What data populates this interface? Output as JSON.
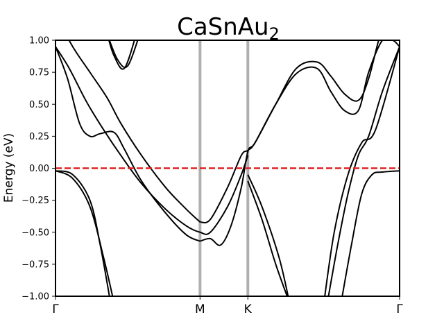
{
  "chart_data": {
    "type": "line",
    "title": "CaSnAu",
    "title_subscript": "2",
    "ylabel": "Energy (eV)",
    "xlabel": "",
    "ylim": [
      -1.0,
      1.0
    ],
    "xlim": [
      0,
      1
    ],
    "yticks": [
      -1.0,
      -0.75,
      -0.5,
      -0.25,
      0.0,
      0.25,
      0.5,
      0.75,
      1.0
    ],
    "ytick_labels": [
      "−1.00",
      "−0.75",
      "−0.50",
      "−0.25",
      "0.00",
      "0.25",
      "0.50",
      "0.75",
      "1.00"
    ],
    "high_symmetry_points": [
      {
        "label": "Γ",
        "x": 0.0
      },
      {
        "label": "M",
        "x": 0.42
      },
      {
        "label": "K",
        "x": 0.559
      },
      {
        "label": "Γ",
        "x": 1.0
      }
    ],
    "fermi_level": {
      "y": 0.0,
      "color": "#e02020",
      "style": "dashed"
    },
    "symmetry_line_color": "#b0b0b0",
    "band_color": "#000000",
    "grid": false,
    "legend": "none",
    "series": [
      {
        "x": [
          0.0,
          0.04,
          0.09,
          0.14,
          0.19,
          0.25,
          0.32,
          0.38,
          0.42,
          0.45,
          0.5,
          0.54,
          0.559
        ],
        "y": [
          0.95,
          0.78,
          0.52,
          0.3,
          0.1,
          -0.12,
          -0.32,
          -0.45,
          -0.5,
          -0.5,
          -0.3,
          -0.05,
          0.1
        ]
      },
      {
        "x": [
          0.0,
          0.035,
          0.07,
          0.1,
          0.13,
          0.17,
          0.2,
          0.25,
          0.32,
          0.38,
          0.42
        ],
        "y": [
          0.95,
          0.7,
          0.35,
          0.25,
          0.27,
          0.28,
          0.15,
          -0.1,
          -0.35,
          -0.52,
          -0.57
        ]
      },
      {
        "x": [
          0.42,
          0.45,
          0.48,
          0.51,
          0.54,
          0.559,
          0.58,
          0.64,
          0.7,
          0.76,
          0.8,
          0.84,
          0.88,
          0.91,
          0.95,
          0.98,
          1.0
        ],
        "y": [
          -0.57,
          -0.55,
          -0.6,
          -0.45,
          -0.15,
          0.13,
          0.2,
          0.5,
          0.74,
          0.78,
          0.6,
          0.45,
          0.45,
          0.75,
          1.0,
          1.0,
          0.95
        ]
      },
      {
        "x": [
          0.0,
          0.05,
          0.1,
          0.15,
          0.19,
          0.25,
          0.32,
          0.38,
          0.42
        ],
        "y": [
          1.2,
          0.95,
          0.75,
          0.55,
          0.35,
          0.1,
          -0.15,
          -0.32,
          -0.42
        ]
      },
      {
        "x": [
          0.42,
          0.45,
          0.5,
          0.54,
          0.559,
          0.58,
          0.64,
          0.7,
          0.76,
          0.8,
          0.84,
          0.88,
          0.91,
          0.95,
          1.0
        ],
        "y": [
          -0.42,
          -0.4,
          -0.15,
          0.1,
          0.14,
          0.2,
          0.5,
          0.78,
          0.83,
          0.72,
          0.58,
          0.53,
          0.7,
          1.1,
          1.4
        ]
      },
      {
        "x": [
          0.0,
          0.05,
          0.1,
          0.14,
          0.17
        ],
        "y": [
          -0.02,
          -0.08,
          -0.3,
          -0.7,
          -1.05
        ]
      },
      {
        "x": [
          0.0,
          0.05,
          0.1,
          0.13,
          0.16
        ],
        "y": [
          -0.02,
          -0.05,
          -0.25,
          -0.6,
          -1.05
        ]
      },
      {
        "x": [
          0.559,
          0.6,
          0.65,
          0.68
        ],
        "y": [
          -0.05,
          -0.3,
          -0.7,
          -1.05
        ]
      },
      {
        "x": [
          0.559,
          0.6,
          0.64,
          0.68
        ],
        "y": [
          -0.1,
          -0.4,
          -0.75,
          -1.05
        ]
      },
      {
        "x": [
          0.83,
          0.86,
          0.89,
          0.92,
          0.95,
          1.0
        ],
        "y": [
          -1.05,
          -0.6,
          -0.2,
          -0.05,
          -0.03,
          -0.02
        ]
      },
      {
        "x": [
          0.79,
          0.82,
          0.85,
          0.88,
          0.91,
          0.95,
          1.0
        ],
        "y": [
          -1.05,
          -0.6,
          -0.2,
          0.1,
          0.25,
          0.6,
          0.95
        ]
      },
      {
        "x": [
          0.78,
          0.81,
          0.85,
          0.89,
          0.93,
          1.0
        ],
        "y": [
          -1.05,
          -0.5,
          -0.05,
          0.2,
          0.3,
          0.95
        ]
      },
      {
        "x": [
          0.15,
          0.18,
          0.21,
          0.245
        ],
        "y": [
          1.05,
          0.85,
          0.8,
          1.05
        ]
      },
      {
        "x": [
          0.15,
          0.17,
          0.2,
          0.235
        ],
        "y": [
          1.05,
          0.88,
          0.78,
          1.05
        ]
      }
    ]
  }
}
